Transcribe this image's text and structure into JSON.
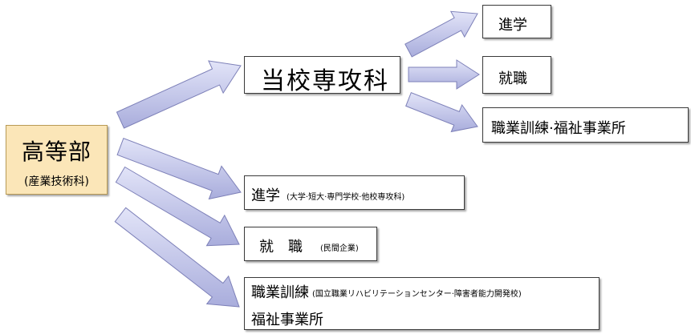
{
  "root": {
    "title": "高等部",
    "subtitle": "(産業技術科)"
  },
  "senkoka": {
    "title": "当校専攻科",
    "children": [
      "進学",
      "就職",
      "職業訓練·福祉事業所"
    ]
  },
  "shingaku": {
    "main": "進学",
    "note": "(大学·短大·専門学校·他校専攻科)"
  },
  "shushoku": {
    "main": "就　職",
    "note": "(民間企業)"
  },
  "kunren": {
    "main": "職業訓練",
    "note": "(国立職業リハビリテーションセンター·障害者能力開発校)",
    "line2": "福祉事業所"
  },
  "colors": {
    "arrow_fill": "#c6c9ec",
    "arrow_stroke": "#7d80b8",
    "root_fill": "#fbe6b8"
  }
}
